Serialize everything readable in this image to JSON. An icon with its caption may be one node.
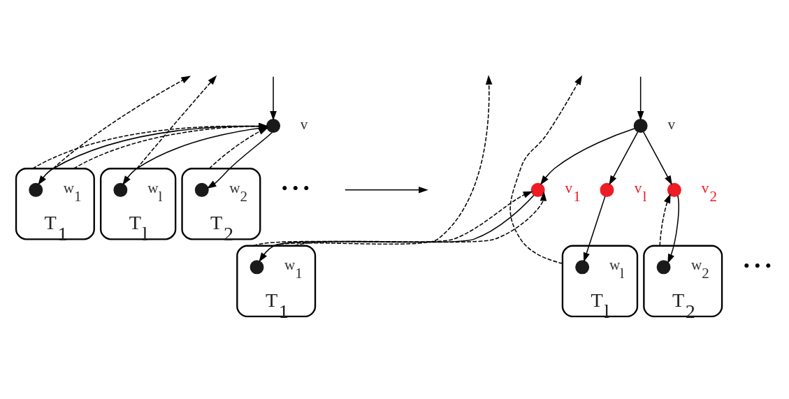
{
  "diagram": {
    "nodes": [
      {
        "text": [],
        "shape": "circle",
        "beside": [
          "v"
        ]
      },
      {
        "text": [
          "T$_{1}$"
        ]
      },
      {
        "text": [],
        "shape": "circle",
        "beside": [
          "w$_{1}$"
        ],
        "in": 1
      },
      {
        "text": [
          "T$_{2}$"
        ]
      },
      {
        "text": [],
        "shape": "circle",
        "beside": [
          "w$_{2}$"
        ],
        "in": 3
      },
      {
        "text": [
          "T$_{l}$"
        ]
      },
      {
        "text": [],
        "shape": "circle",
        "beside": [
          "w$_{l}$"
        ],
        "in": 5
      },
      {
        "text": [],
        "shape": "circle",
        "beside": [
          "v"
        ]
      },
      {
        "text": [],
        "shape": "circle",
        "beside": [
          "v$_{1}$"
        ]
      },
      {
        "text": [],
        "shape": "circle",
        "beside": [
          "v$_{2}$"
        ]
      },
      {
        "text": [],
        "shape": "circle",
        "beside": [
          "v$_{l}$"
        ]
      },
      {
        "text": [
          "T$_{1}$"
        ]
      },
      {
        "text": [],
        "shape": "circle",
        "beside": [
          "w$_{1}$"
        ],
        "in": 11
      },
      {
        "text": [
          "T$_{2}$"
        ]
      },
      {
        "text": [],
        "shape": "circle",
        "beside": [
          "w$_{2}$"
        ],
        "in": 13
      },
      {
        "text": [
          "T$_{l}$"
        ]
      },
      {
        "text": [],
        "shape": "circle",
        "beside": [
          "w$_{l}$"
        ],
        "in": 15
      }
    ],
    "edges": [
      {
        "from": null,
        "to": 0,
        "arrow": "to"
      },
      {
        "from": 0,
        "to": 2,
        "arrow": "to"
      },
      {
        "from": 0,
        "to": 4,
        "arrow": "to"
      },
      {
        "from": 0,
        "to": 6,
        "arrow": "to"
      },
      {
        "from": 1,
        "to": null,
        "arrow": "to",
        "style": "dashed"
      },
      {
        "from": 1,
        "to": 0,
        "arrow": "to",
        "style": "dashed"
      },
      {
        "from": 1,
        "to": 0,
        "arrow": "to",
        "style": "dashed"
      },
      {
        "from": 3,
        "to": 0,
        "arrow": "to",
        "style": "dashed"
      },
      {
        "from": 5,
        "to": null,
        "arrow": "to",
        "style": "dashed"
      },
      {
        "from": null,
        "to": 7,
        "arrow": "to"
      },
      {
        "from": 7,
        "to": 8,
        "arrow": "to"
      },
      {
        "from": 7,
        "to": 9,
        "arrow": "to"
      },
      {
        "from": 7,
        "to": 10,
        "arrow": "to"
      },
      {
        "from": 8,
        "to": 12,
        "arrow": "to"
      },
      {
        "from": 9,
        "to": 14,
        "arrow": "to"
      },
      {
        "from": 10,
        "to": 16,
        "arrow": "to"
      },
      {
        "from": 11,
        "to": null,
        "arrow": "to",
        "style": "dashed"
      },
      {
        "from": 11,
        "to": 8,
        "arrow": "to",
        "style": "dashed"
      },
      {
        "from": 11,
        "to": 8,
        "arrow": "to",
        "style": "dashed"
      },
      {
        "from": 13,
        "to": 9,
        "arrow": "to",
        "style": "dashed"
      },
      {
        "from": 15,
        "to": null,
        "arrow": "to",
        "style": "dashed"
      }
    ],
    "labels": [
      "• • •",
      "• • •"
    ]
  }
}
